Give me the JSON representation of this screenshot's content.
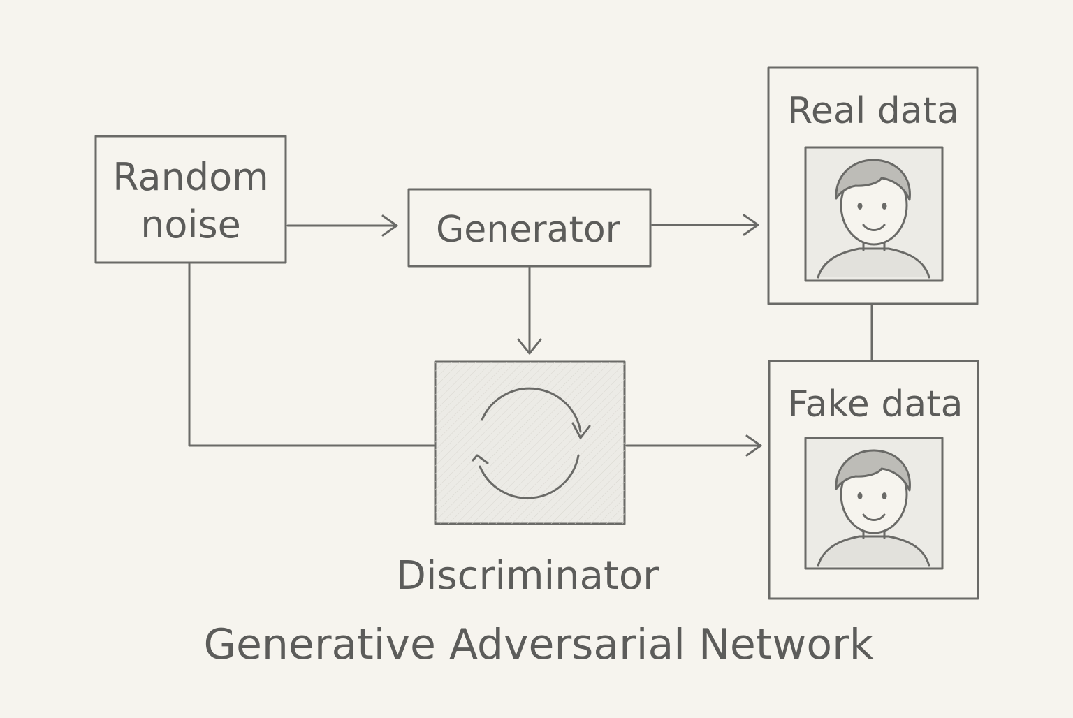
{
  "diagram": {
    "nodes": {
      "noise": {
        "lines": [
          "Random",
          "noise"
        ]
      },
      "generator": {
        "label": "Generator"
      },
      "discriminator": {
        "label": "Discriminator",
        "icon": "refresh-cycle-icon"
      },
      "real": {
        "label": "Real data",
        "icon": "person-portrait-icon"
      },
      "fake": {
        "label": "Fake data",
        "icon": "person-portrait-icon"
      }
    },
    "caption": "Generative Adversarial Network"
  },
  "colors": {
    "background": "#f6f4ee",
    "stroke": "#6a6a67",
    "text": "#5c5c5a",
    "discriminator_fill": "#ecebe6"
  }
}
